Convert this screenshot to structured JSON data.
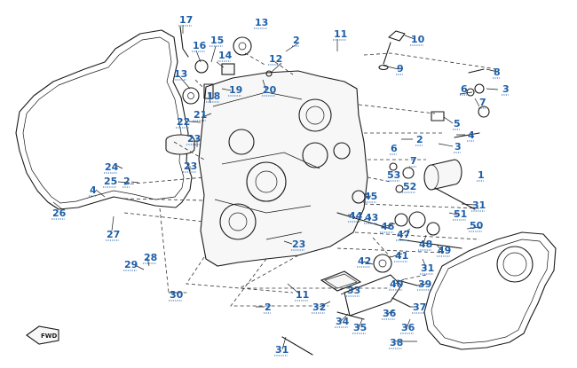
{
  "diagram": {
    "callouts": [
      "17",
      "13",
      "16",
      "15",
      "14",
      "13",
      "18",
      "19",
      "20",
      "12",
      "2",
      "11",
      "10",
      "9",
      "8",
      "3",
      "6",
      "7",
      "5",
      "4",
      "2",
      "3",
      "22",
      "21",
      "23",
      "23",
      "6",
      "53",
      "7",
      "52",
      "1",
      "24",
      "25",
      "2",
      "4",
      "26",
      "27",
      "45",
      "44",
      "43",
      "31",
      "51",
      "50",
      "46",
      "47",
      "48",
      "49",
      "23",
      "29",
      "28",
      "42",
      "41",
      "31",
      "40",
      "39",
      "30",
      "11",
      "33",
      "32",
      "2",
      "34",
      "35",
      "36",
      "37",
      "36",
      "38",
      "31"
    ],
    "fwd_label": "FWD"
  }
}
